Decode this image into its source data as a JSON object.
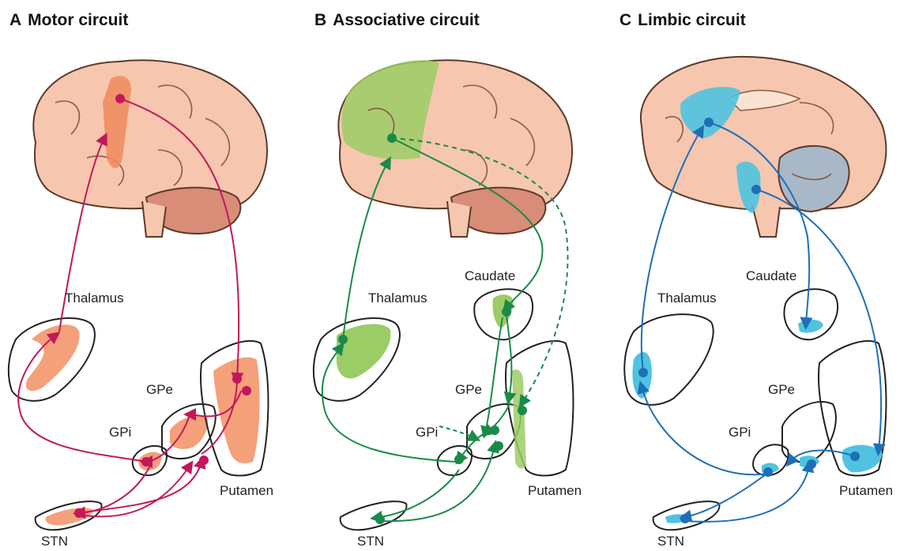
{
  "colors": {
    "motor": "#c2185b",
    "motor_fill": "#f4a07a",
    "associative": "#1a8a4a",
    "associative_fill": "#9ccc65",
    "limbic": "#1e6fb8",
    "limbic_fill": "#4fc3e0",
    "brain": "#f6c6ae",
    "cerebellum": "#d98c78"
  },
  "panels": [
    {
      "id": "a",
      "letter": "A",
      "title": "Motor circuit",
      "labels": {
        "thalamus": "Thalamus",
        "gpe": "GPe",
        "gpi": "GPi",
        "putamen": "Putamen",
        "stn": "STN"
      }
    },
    {
      "id": "b",
      "letter": "B",
      "title": "Associative circuit",
      "labels": {
        "caudate": "Caudate",
        "thalamus": "Thalamus",
        "gpe": "GPe",
        "gpi": "GPi",
        "putamen": "Putamen",
        "stn": "STN"
      }
    },
    {
      "id": "c",
      "letter": "C",
      "title": "Limbic circuit",
      "labels": {
        "caudate": "Caudate",
        "thalamus": "Thalamus",
        "gpe": "GPe",
        "gpi": "GPi",
        "putamen": "Putamen",
        "stn": "STN"
      }
    }
  ]
}
